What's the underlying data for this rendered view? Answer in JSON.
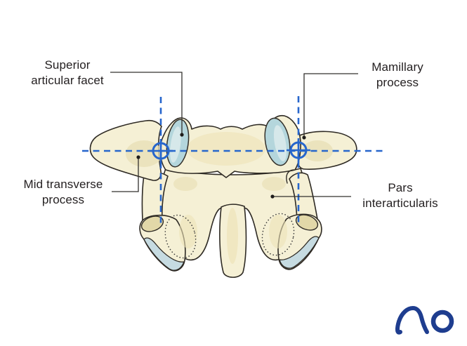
{
  "labels": {
    "superior_articular_facet": "Superior\narticular facet",
    "mamillary_process": "Mamillary\nprocess",
    "mid_transverse_process": "Mid transverse\nprocess",
    "pars_interarticularis": "Pars\ninterarticularis"
  },
  "logo": {
    "text": "AO"
  },
  "icons": {
    "target_marker": "crosshair-target-icon"
  },
  "colors": {
    "crosshair_blue": "#2766cc",
    "bone_cream": "#f5f0d5",
    "bone_shade": "#e9e0b6",
    "bone_cap_tan": "#e2d8a8",
    "facet_blue": "#b4d6dc",
    "facet_highlight": "#d6e8ea",
    "inferior_facet_rim": "#c6dbe1",
    "outline_dark": "#2e2a24",
    "leader_line": "#33312e",
    "label_text": "#231f20",
    "logo_navy": "#1e3d8f"
  }
}
